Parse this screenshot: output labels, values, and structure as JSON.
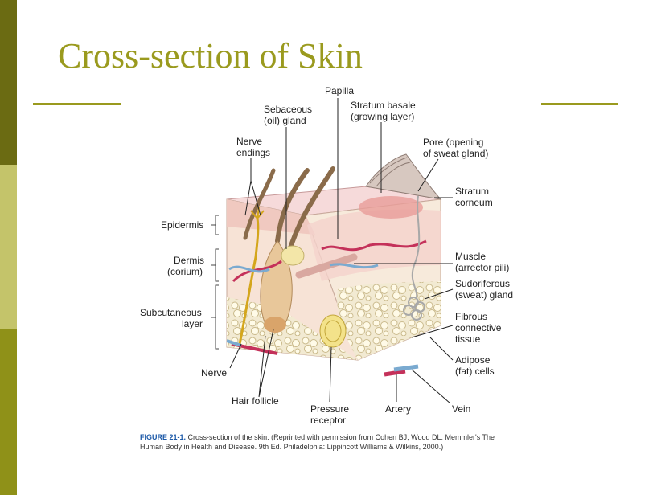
{
  "slide": {
    "title": "Cross-section of Skin",
    "accent_color": "#9a9a1e",
    "sidebar_colors": [
      "#6b6b12",
      "#c4c46a",
      "#8f9118"
    ]
  },
  "diagram": {
    "labels": {
      "papilla": "Papilla",
      "sebaceous_1": "Sebaceous",
      "sebaceous_2": "(oil) gland",
      "basale_1": "Stratum basale",
      "basale_2": "(growing layer)",
      "nerve_endings_1": "Nerve",
      "nerve_endings_2": "endings",
      "pore_1": "Pore (opening",
      "pore_2": "of sweat gland)",
      "corneum_1": "Stratum",
      "corneum_2": "corneum",
      "epidermis": "Epidermis",
      "dermis_1": "Dermis",
      "dermis_2": "(corium)",
      "muscle_1": "Muscle",
      "muscle_2": "(arrector pili)",
      "sudoriferous_1": "Sudoriferous",
      "sudoriferous_2": "(sweat) gland",
      "subcutaneous_1": "Subcutaneous",
      "subcutaneous_2": "layer",
      "fibrous_1": "Fibrous",
      "fibrous_2": "connective",
      "fibrous_3": "tissue",
      "adipose_1": "Adipose",
      "adipose_2": "(fat) cells",
      "nerve": "Nerve",
      "hair_follicle": "Hair follicle",
      "pressure_1": "Pressure",
      "pressure_2": "receptor",
      "artery": "Artery",
      "vein": "Vein"
    },
    "caption": {
      "figure_label": "FIGURE 21-1.",
      "text": "Cross-section of the skin. (Reprinted with permission from Cohen BJ, Wood DL. Memmler's The Human Body in Health and Disease. 9th Ed. Philadelphia: Lippincott Williams & Wilkins, 2000.)"
    }
  }
}
